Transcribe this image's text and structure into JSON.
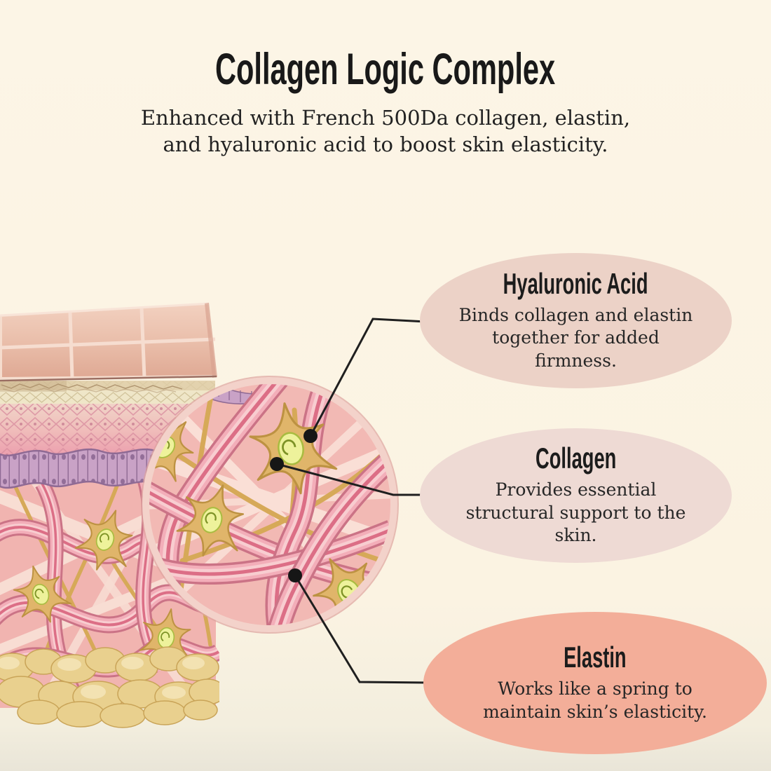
{
  "header": {
    "title": "Collagen Logic Complex",
    "subtitle_line1": "Enhanced with French 500Da collagen, elastin,",
    "subtitle_line2": "and hyaluronic acid to boost skin elasticity."
  },
  "callouts": [
    {
      "id": "hyaluronic-acid",
      "title": "Hyaluronic Acid",
      "body": "Binds collagen and elastin together for added firmness.",
      "fill": "#ecd2c7"
    },
    {
      "id": "collagen",
      "title": "Collagen",
      "body": "Provides essential structural support to the skin.",
      "fill": "#eedad4"
    },
    {
      "id": "elastin",
      "title": "Elastin",
      "body": "Works like a spring to maintain skin’s elasticity.",
      "fill": "#f3ae99"
    }
  ],
  "diagram": {
    "description": "Skin cross-section with magnified dermis circle; three black dot markers link the magnified fibers to the callouts",
    "colors": {
      "background": "#fbf3e2",
      "skin_surface": "#e9bda9",
      "cream_cell_layer": "#efe6c8",
      "pink_cell_layer": "#efa3b0",
      "basal_layer": "#c9a2c6",
      "dermis": "#f1b4b0",
      "collagen_rope": "#f3aeb9",
      "fibroblast": "#e0b56a",
      "fibroblast_nucleus": "#eef29b",
      "fat_lobules": "#e9d08e",
      "magnifier_rim": "#f3d2ca",
      "connector": "#1f1f1f"
    }
  }
}
